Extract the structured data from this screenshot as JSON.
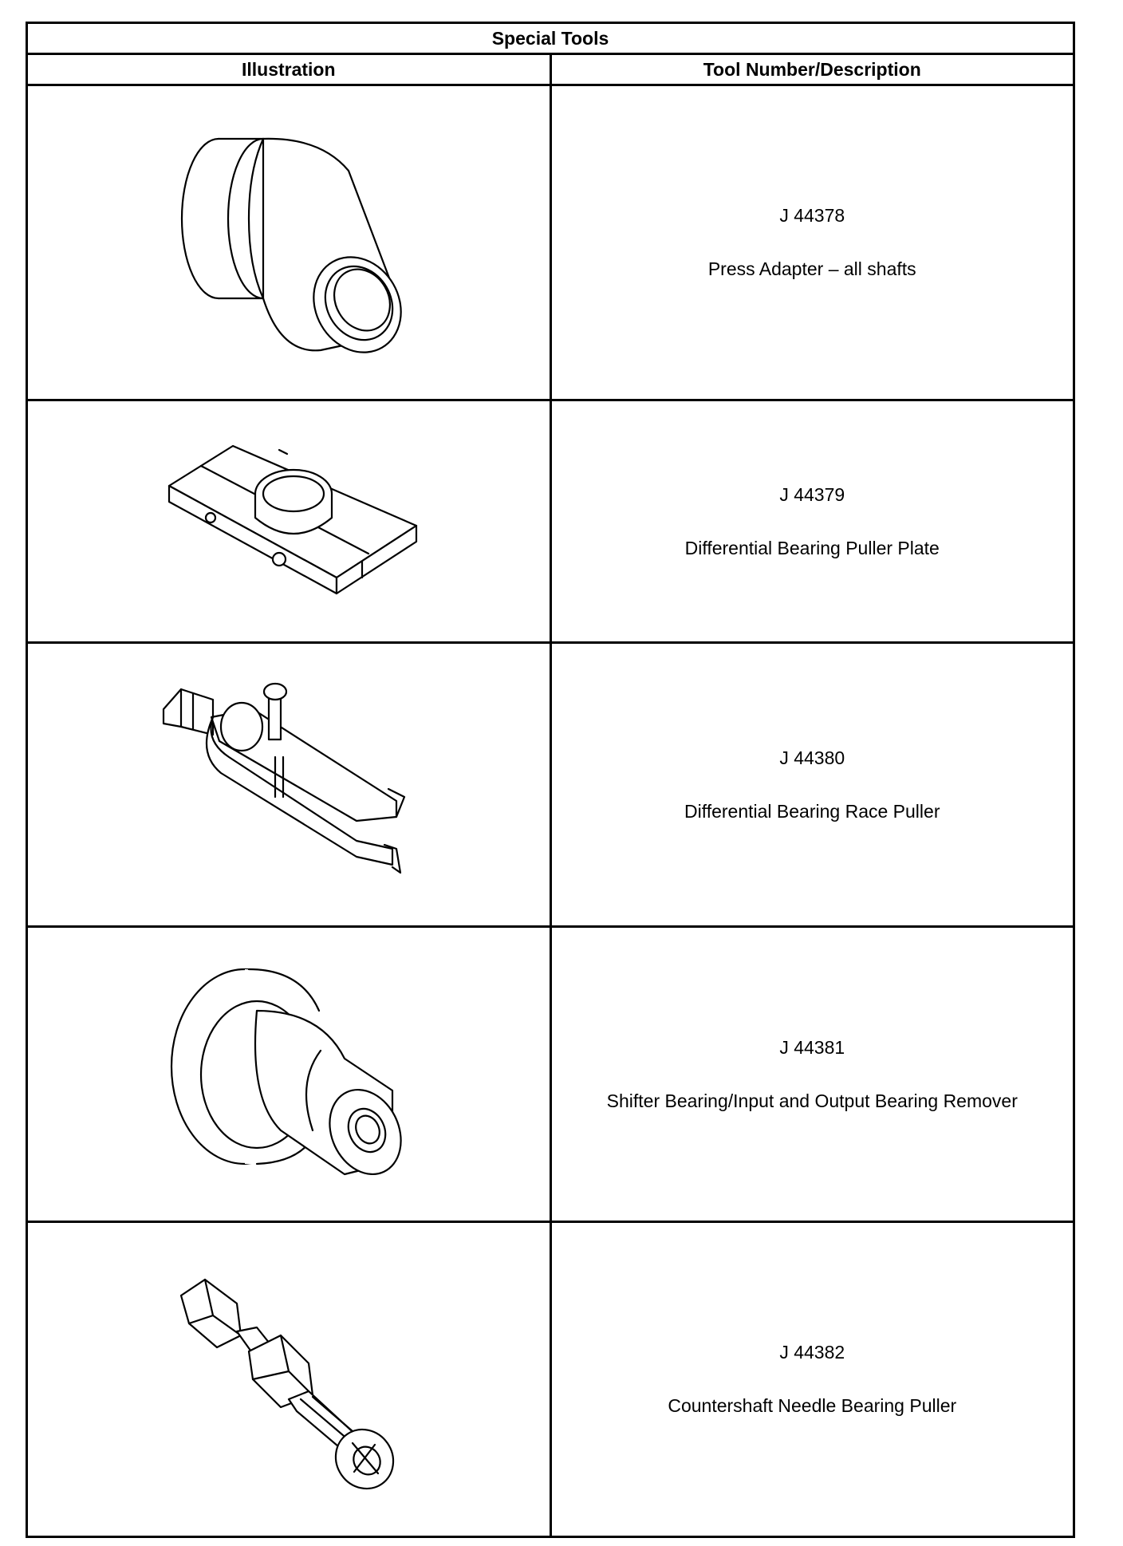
{
  "table": {
    "title": "Special Tools",
    "headers": {
      "illustration": "Illustration",
      "tool": "Tool Number/Description"
    },
    "rows": [
      {
        "number": "J 44378",
        "description": "Press Adapter – all shafts",
        "icon": "press-adapter-icon"
      },
      {
        "number": "J 44379",
        "description": "Differential Bearing Puller Plate",
        "icon": "puller-plate-icon"
      },
      {
        "number": "J 44380",
        "description": "Differential Bearing Race Puller",
        "icon": "race-puller-icon"
      },
      {
        "number": "J 44381",
        "description": "Shifter Bearing/Input and Output Bearing Remover",
        "icon": "bearing-remover-icon"
      },
      {
        "number": "J 44382",
        "description": "Countershaft Needle Bearing Puller",
        "icon": "needle-bearing-puller-icon"
      }
    ]
  }
}
